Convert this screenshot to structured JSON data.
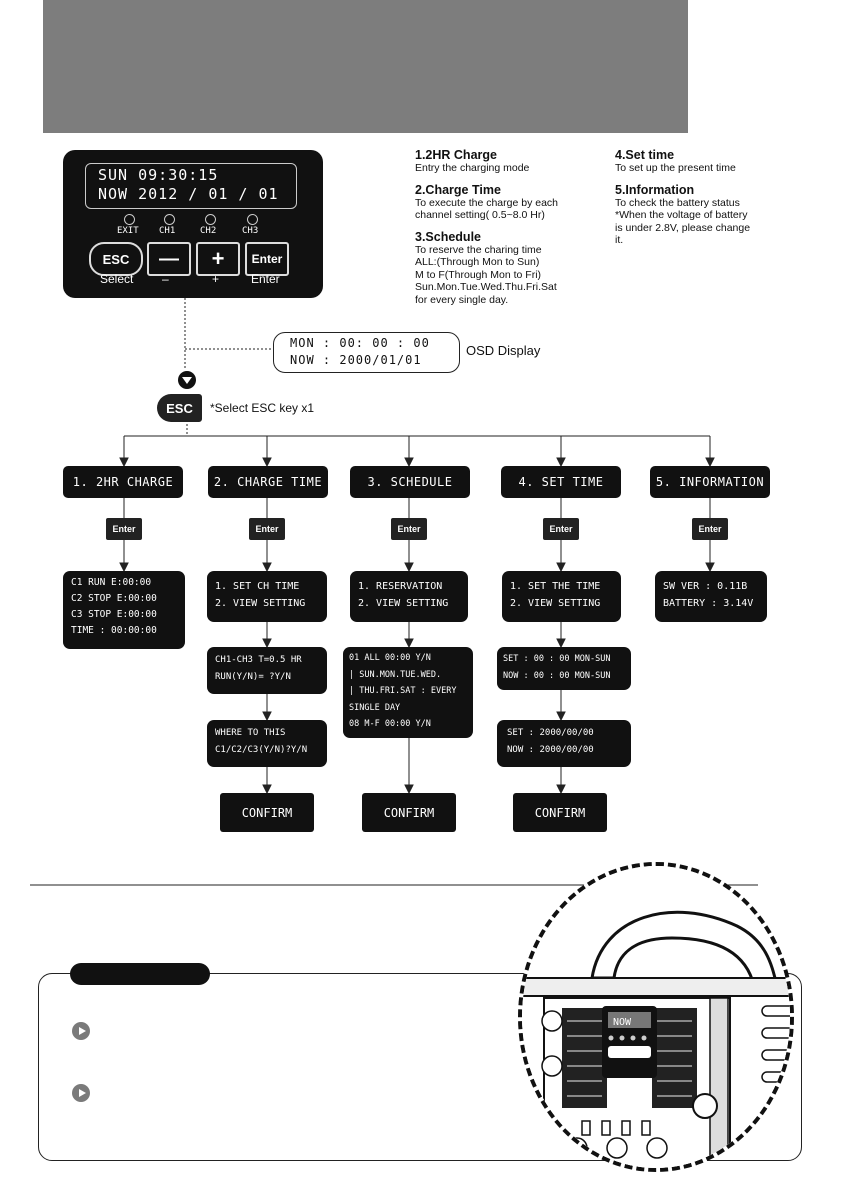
{
  "device": {
    "lcd_line1": "SUN   09:30:15",
    "lcd_line2": "NOW 2012 / 01 / 01",
    "leds": [
      "EXIT",
      "CH1",
      "CH2",
      "CH3"
    ],
    "buttons": {
      "esc": "ESC",
      "minus": "—",
      "plus": "+",
      "enter": "Enter"
    },
    "button_labels": [
      "Select",
      "–",
      "+",
      "Enter"
    ]
  },
  "descriptions": {
    "d1_title": "1.2HR Charge",
    "d1_text": "Entry the charging mode",
    "d2_title": "2.Charge Time",
    "d2_text_l1": "To execute the charge by each",
    "d2_text_l2": "channel setting( 0.5~8.0 Hr)",
    "d3_title": "3.Schedule",
    "d3_text_l1": "To reserve the charing time",
    "d3_text_l2": "ALL:(Through  Mon to Sun)",
    "d3_text_l3": "M to F(Through Mon to Fri)",
    "d3_text_l4": "Sun.Mon.Tue.Wed.Thu.Fri.Sat",
    "d3_text_l5": "for every single day.",
    "d4_title": "4.Set time",
    "d4_text": "To set up the present time",
    "d5_title": "5.Information",
    "d5_text_l1": "To check the battery status",
    "d5_text_l2": "*When the voltage of battery",
    "d5_text_l3": "is under 2.8V, please change",
    "d5_text_l4": "it."
  },
  "osd": {
    "line1": "MON  :  00: 00 : 00",
    "line2": "NOW :  2000/01/01",
    "label": "OSD Display"
  },
  "esc_select": {
    "button": "ESC",
    "note": "*Select ESC key x1"
  },
  "menu": {
    "enter_label": "Enter",
    "confirm_label": "CONFIRM",
    "headers": [
      "1. 2HR CHARGE",
      "2. CHARGE TIME",
      "3. SCHEDULE",
      "4. SET TIME",
      "5. INFORMATION"
    ],
    "col1_box": [
      "C1   RUN   E:00:00",
      "C2   STOP  E:00:00",
      "C3   STOP  E:00:00",
      "TIME : 00:00:00"
    ],
    "col2_box1": [
      "1. SET CH TIME",
      "2. VIEW SETTING"
    ],
    "col2_box2": [
      "CH1-CH3  T=0.5 HR",
      "RUN(Y/N)= ?Y/N"
    ],
    "col2_box3": [
      "WHERE TO THIS",
      "C1/C2/C3(Y/N)?Y/N"
    ],
    "col3_box1": [
      "1. RESERVATION",
      "2. VIEW SETTING"
    ],
    "col3_box2": [
      "01  ALL  00:00 Y/N",
      "  |   SUN.MON.TUE.WED.",
      "  |   THU.FRI.SAT : EVERY",
      "      SINGLE DAY",
      "08  M-F   00:00 Y/N"
    ],
    "col4_box1": [
      "1. SET THE TIME",
      "2. VIEW SETTING"
    ],
    "col4_box2": [
      "SET  : 00 : 00  MON-SUN",
      "NOW : 00 : 00  MON-SUN"
    ],
    "col4_box3": [
      "SET  : 2000/00/00",
      "NOW : 2000/00/00"
    ],
    "col5_box1": [
      "SW VER  : 0.11B",
      "BATTERY : 3.14V"
    ]
  },
  "photo_lcd": "NOW"
}
